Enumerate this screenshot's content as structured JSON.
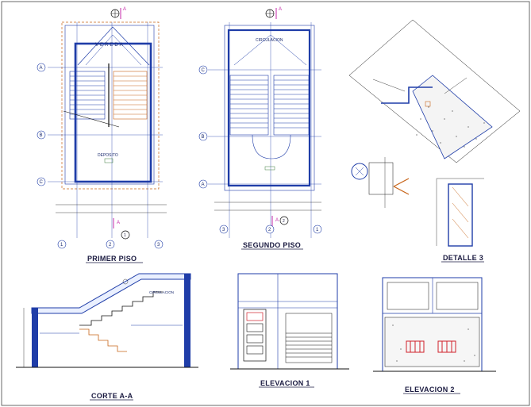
{
  "drawing_titles": {
    "primer_piso": "PRIMER PISO",
    "segundo_piso": "SEGUNDO PISO",
    "detalle_3": "DETALLE 3",
    "corte_aa": "CORTE A-A",
    "elevacion_1": "ELEVACION 1",
    "elevacion_2": "ELEVACION 2"
  },
  "plan_labels": {
    "vereda": "VEREDA",
    "circulacion_plan": "CIRCULACION",
    "deposito": "DEPOSITO",
    "circulacion_section": "CIRCULACION"
  },
  "grid_axes": {
    "rows": [
      "A",
      "B",
      "C"
    ],
    "rows_second": [
      "C",
      "B",
      "A"
    ],
    "cols_first": [
      "1",
      "2",
      "3"
    ],
    "cols_second": [
      "3",
      "2",
      "1"
    ]
  },
  "section_markers": {
    "top_first": "A",
    "top_second": "A",
    "bottom_first": "A",
    "bottom_second": "A",
    "plan_number_first": "1",
    "plan_number_second": "2"
  },
  "colors": {
    "line_blue": "#1f3da8",
    "line_black": "#111111",
    "accent_green": "#3a7a3a",
    "accent_orange": "#c8651a",
    "accent_red": "#d0202a",
    "marker_magenta": "#c42aa8"
  }
}
